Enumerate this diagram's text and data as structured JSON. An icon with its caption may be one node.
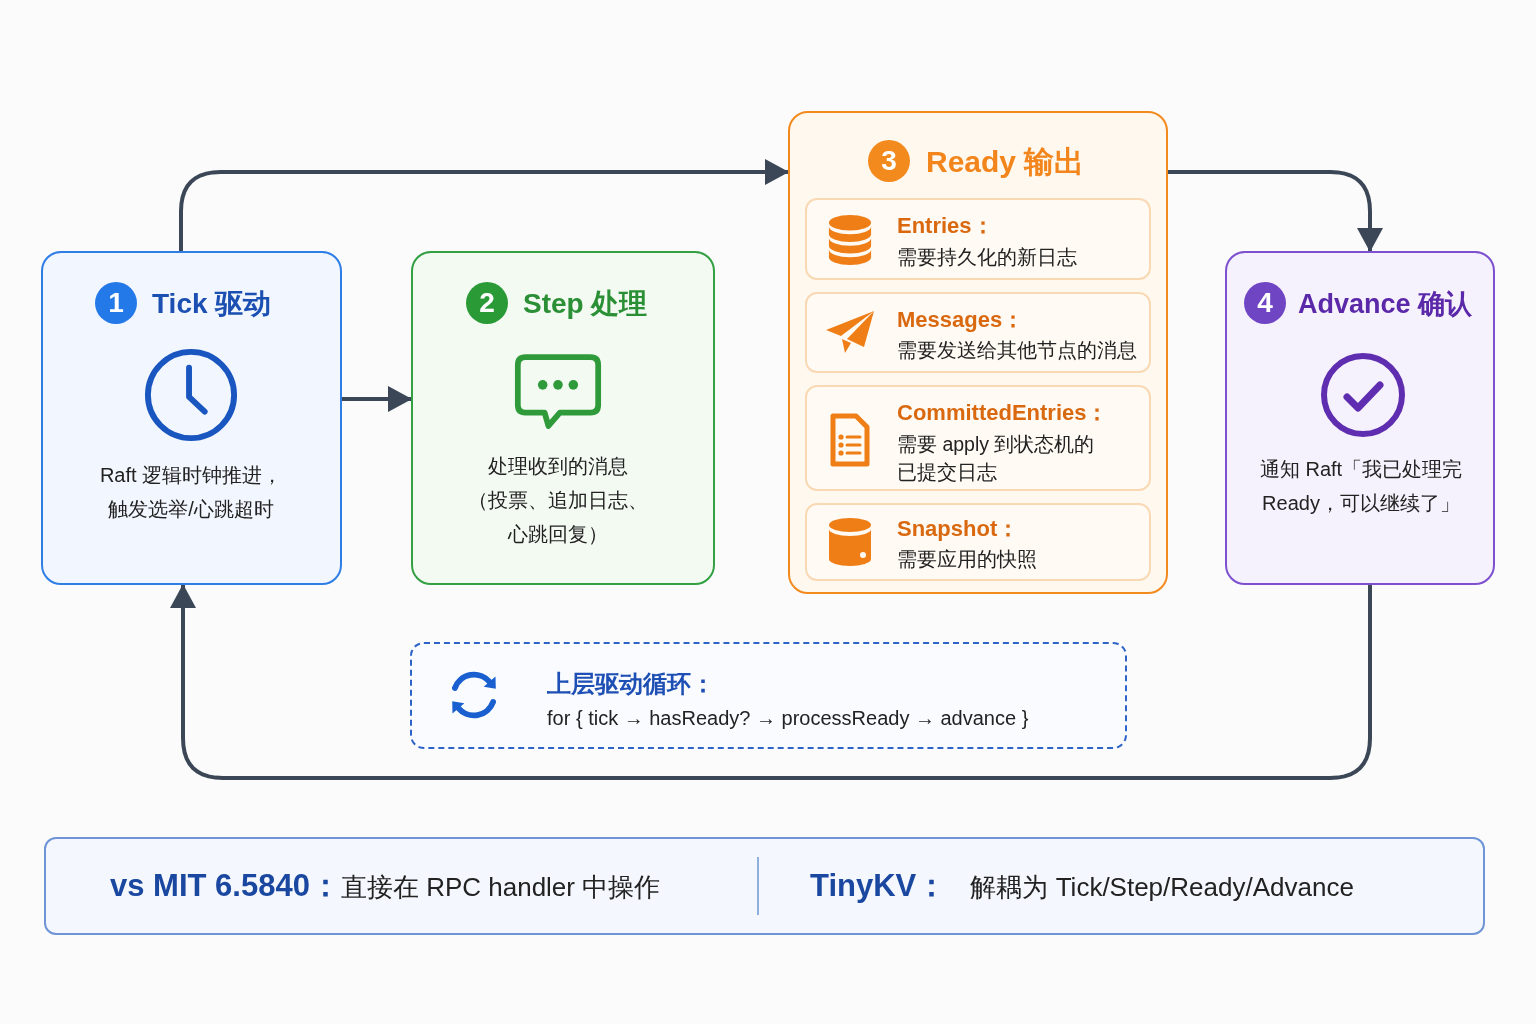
{
  "diagram": {
    "nodes": [
      {
        "text": [
          "Tick 驱动",
          "Raft 逻辑时钟推进，触发选举/心跳超时"
        ]
      },
      {
        "text": [
          "1"
        ],
        "in": 0
      },
      {
        "text": [
          "Step 处理",
          "处理收到的消息（投票、追加日志、心跳回复）"
        ]
      },
      {
        "text": [
          "2"
        ],
        "in": 2
      },
      {
        "text": [
          "Ready 输出"
        ]
      },
      {
        "text": [
          "3"
        ],
        "in": 4
      },
      {
        "text": [
          "Entries：",
          "需要持久化的新日志"
        ],
        "in": 4
      },
      {
        "text": [
          "Messages：",
          "需要发送给其他节点的消息"
        ],
        "in": 4
      },
      {
        "text": [
          "CommittedEntries：",
          "需要 apply 到状态机的已提交日志"
        ],
        "in": 4
      },
      {
        "text": [
          "Snapshot：",
          "需要应用的快照"
        ],
        "in": 4
      },
      {
        "text": [
          "Advance 确认",
          "通知 Raft「我已处理完 Ready，可以继续了」"
        ]
      },
      {
        "text": [
          "4"
        ],
        "in": 10
      },
      {
        "text": [
          "上层驱动循环：",
          "for { tick → hasReady? → processReady → advance }"
        ]
      },
      {
        "text": [
          "**vs MIT 6.5840：**直接在 RPC handler 中操作",
          "**TinyKV：** 解耦为 Tick/Step/Ready/Advance"
        ]
      }
    ],
    "edges": [
      {
        "from": 0,
        "to": 2,
        "arrow": "to"
      },
      {
        "from": 0,
        "to": 4,
        "arrow": "to"
      },
      {
        "from": 4,
        "to": 10,
        "arrow": "to"
      },
      {
        "from": 10,
        "to": 0,
        "arrow": "to"
      }
    ]
  }
}
